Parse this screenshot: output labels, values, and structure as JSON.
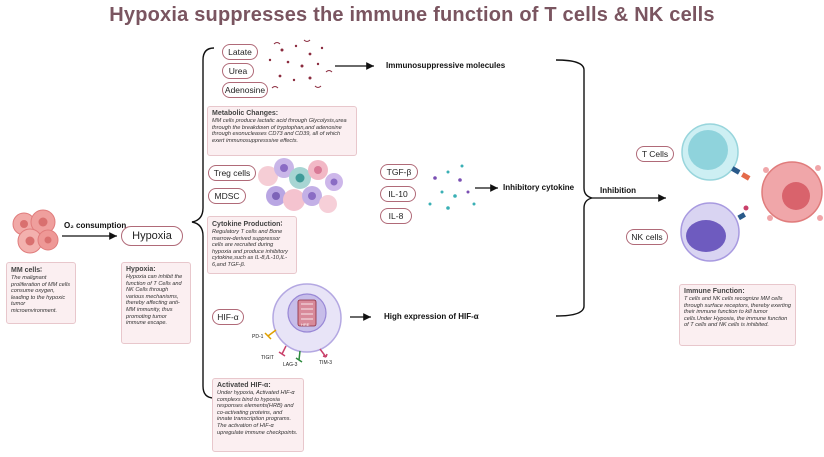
{
  "title": "Hypoxia suppresses the immune function of T cells & NK cells",
  "left": {
    "o2_label": "O₂ consumption",
    "hypoxia_label": "Hypoxia",
    "mm_note": {
      "heading": "MM cells∶",
      "body": "The malignant proliferation of MM cells consume oxygen, leading to the hypoxic tumor microenvironment."
    },
    "hypoxia_note": {
      "heading": "Hypoxia:",
      "body": "Hypoxia can inhibit the function of T Cells and NK Cells through various mechanisms, thereby affecting anti-MM immunity, thus promoting tumor immune escape."
    }
  },
  "metabolic": {
    "molecules": [
      "Latate",
      "Urea",
      "Adenosine"
    ],
    "result": "Immunosuppressive molecules",
    "note": {
      "heading": "Metabolic Changes:",
      "body": "MM cells produce lactatic acid through Glycolysis,urea through the breakdown of tryptophan,and adenosine through exonucleases CD73 and CD39, all of which exert immunosuppresssive effects."
    }
  },
  "cytokine": {
    "cells": [
      "Treg cells",
      "MDSC"
    ],
    "cytokines": [
      "TGF-β",
      "IL-10",
      "IL-8"
    ],
    "result": "Inhibitory cytokine",
    "note": {
      "heading": "Cytokine Production∶",
      "body": "Regulatory T cells and Bone marrow-derived suppressor cells are recruited during hypoxia and produce inhibitory cytokine,such as IL-8,IL-10,IL-6,and TGF-β."
    }
  },
  "hif": {
    "label": "HIF-α",
    "result": "High expression of HIF-α",
    "receptors": [
      "PD-1",
      "TIGIT",
      "LAG-3",
      "TIM-3"
    ],
    "dna_label": "HRE",
    "note": {
      "heading": "Activated HIF-α:",
      "body": "Under hypoxia, Activated HIF-α complexs bind to hypoxia responses elements(HRB) and co-activating proteins, and innate transcription programs. The activation of HIF-α upregulate immune checkpoints."
    }
  },
  "right": {
    "inhibition_label": "Inhibition",
    "t_cells_label": "T Cells",
    "nk_cells_label": "NK cells",
    "note": {
      "heading": "Immune Function:",
      "body": "T cells and NK cells recognize MM cells through surface receptors, thereby exerting their immune function to kill tumor cells.Under Hypoxia, the immune function of T cells and NK cells is inhibited."
    }
  },
  "colors": {
    "title": "#7a5560",
    "pill_border": "#b06a78",
    "note_bg": "#fbeff1",
    "arrow": "#111111"
  }
}
